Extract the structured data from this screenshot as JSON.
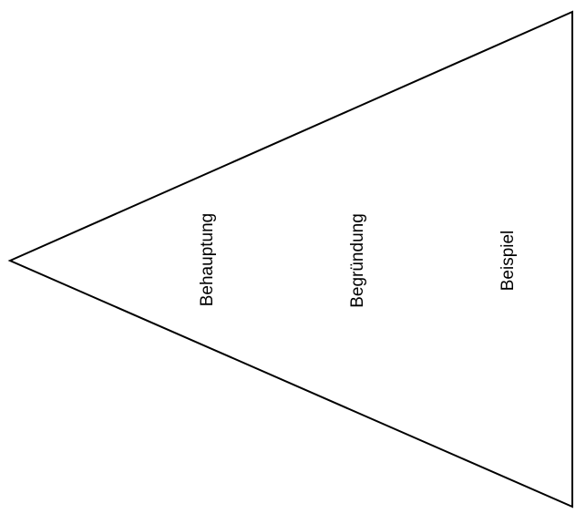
{
  "diagram": {
    "labels": {
      "claim": "Behauptung",
      "reason": "Begründung",
      "example": "Beispiel"
    },
    "colors": {
      "stroke": "#000000",
      "fill": "#ffffff",
      "text": "#000000"
    }
  }
}
